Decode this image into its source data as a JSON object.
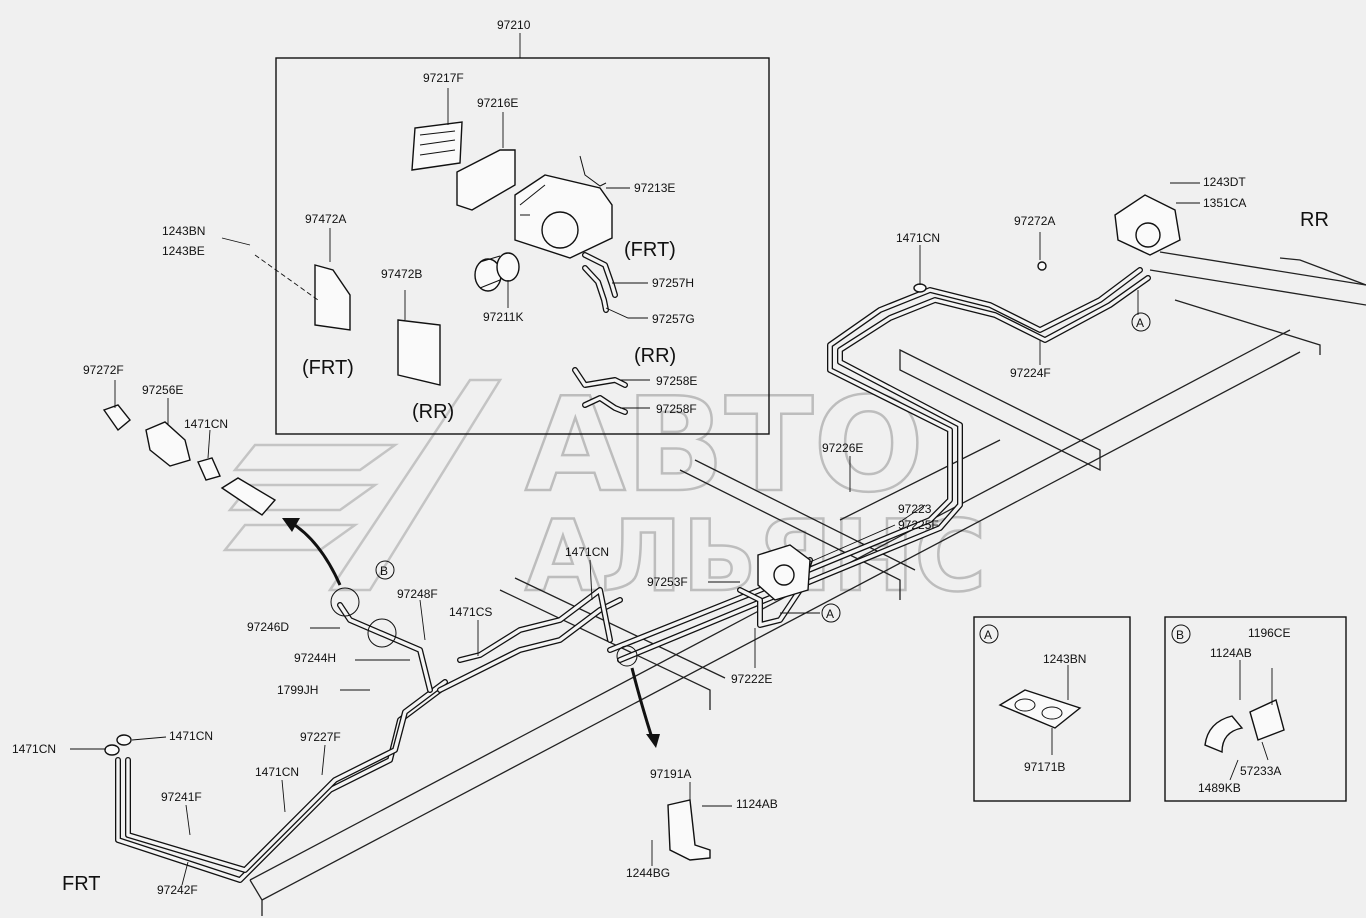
{
  "diagram": {
    "labels": {
      "p97210": "97210",
      "p97217F": "97217F",
      "p97216E": "97216E",
      "p97213E": "97213E",
      "p97472A": "97472A",
      "p97472B": "97472B",
      "p97257H": "97257H",
      "p97257G": "97257G",
      "p97211K": "97211K",
      "p1243BN_top": "1243BN",
      "p1243BE": "1243BE",
      "p1243DT": "1243DT",
      "p1351CA": "1351CA",
      "p97272A": "97272A",
      "p1471CN_top": "1471CN",
      "p97224F": "97224F",
      "p97258E": "97258E",
      "p97258F": "97258F",
      "p97272F": "97272F",
      "p97256E": "97256E",
      "p1471CN_left": "1471CN",
      "p97226E": "97226E",
      "p97223": "97223",
      "p97225F": "97225F",
      "p1471CN_mid": "1471CN",
      "p97253F": "97253F",
      "p97248F": "97248F",
      "p97246D": "97246D",
      "p1471CS": "1471CS",
      "p97244H": "97244H",
      "p97222E": "97222E",
      "p1799JH": "1799JH",
      "p1471CN_fl": "1471CN",
      "p1471CN_fl2": "1471CN",
      "p97227F": "97227F",
      "p1471CN_low": "1471CN",
      "p97241F": "97241F",
      "p97242F": "97242F",
      "p97191A": "97191A",
      "p1124AB_low": "1124AB",
      "p1244BG": "1244BG",
      "p1243BN_a": "1243BN",
      "p97171B": "97171B",
      "p1196CE": "1196CE",
      "p1124AB_b": "1124AB",
      "p57233A": "57233A",
      "p1489KB": "1489KB"
    },
    "orientation": {
      "frt_box_heater": "(FRT)",
      "rr_box_heater": "(RR)",
      "frt_box_bracket": "(FRT)",
      "rr_box_bracket": "(RR)",
      "rr_corner": "RR",
      "frt_corner": "FRT"
    },
    "markers": {
      "a": "A",
      "b": "B"
    },
    "detail_a": {
      "marker": "A"
    },
    "detail_b": {
      "marker": "B"
    },
    "watermark": {
      "line1": "АВТО",
      "line2": "АЛЬЯНС"
    }
  },
  "colors": {
    "background": "#f0f0f0",
    "ink": "#111111",
    "watermark": "#bdbdbd"
  }
}
